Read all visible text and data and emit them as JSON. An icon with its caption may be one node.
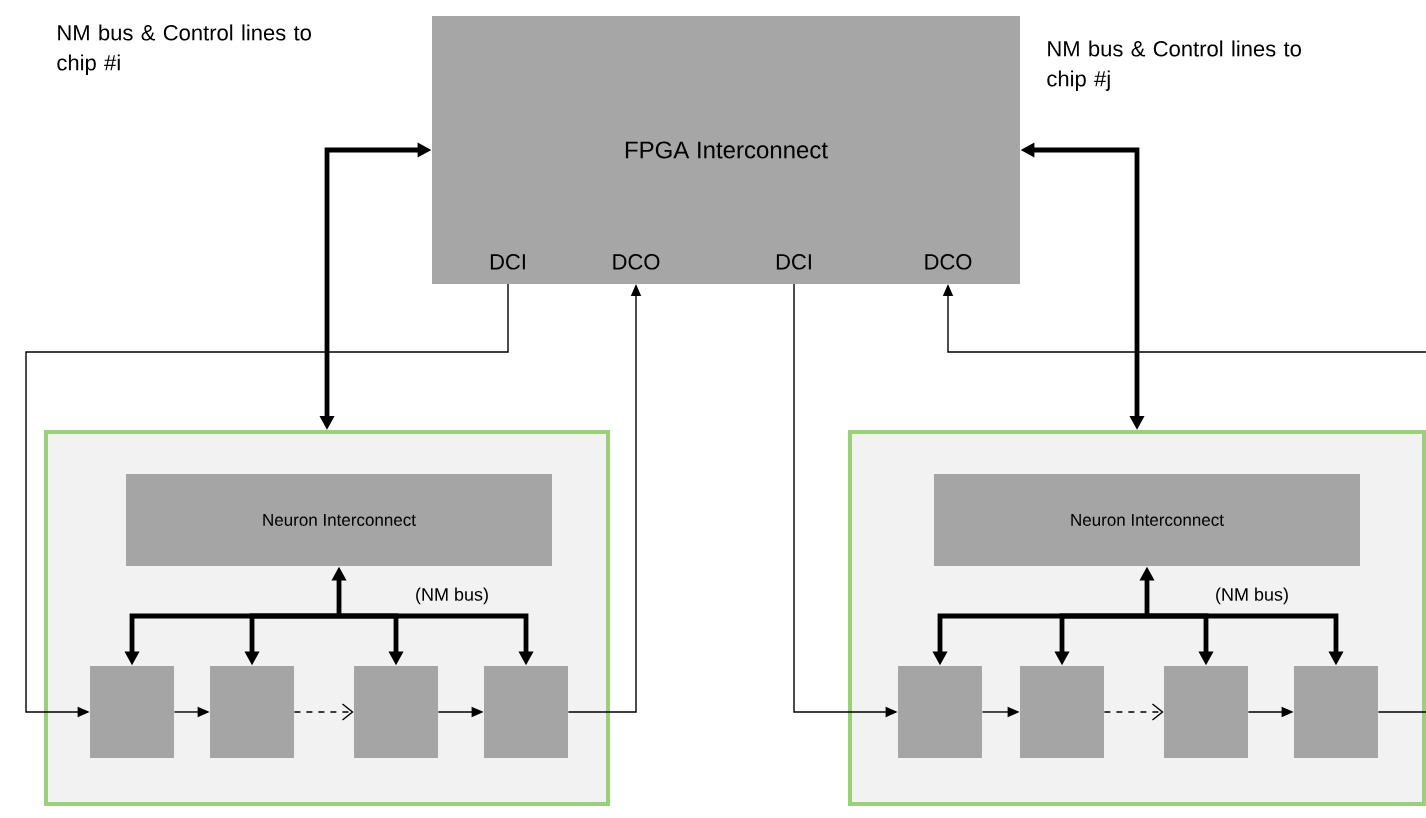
{
  "diagram": {
    "nodes": [
      {
        "text": [
          "FPGA Interconnect"
        ]
      },
      {
        "text": [
          "DCI"
        ],
        "in": 0
      },
      {
        "text": [
          "DCO"
        ],
        "in": 0
      },
      {
        "text": [
          "DCI"
        ],
        "in": 0
      },
      {
        "text": [
          "DCO"
        ],
        "in": 0
      },
      {
        "text": [],
        "shape": "box"
      },
      {
        "text": [
          "Neuron Interconnect"
        ],
        "in": 5
      },
      {
        "text": [],
        "shape": "box",
        "in": 5
      },
      {
        "text": [],
        "shape": "box",
        "in": 5
      },
      {
        "text": [],
        "shape": "box",
        "in": 5
      },
      {
        "text": [],
        "shape": "box",
        "in": 5
      },
      {
        "text": [],
        "shape": "box"
      },
      {
        "text": [
          "Neuron Interconnect"
        ],
        "in": 11
      },
      {
        "text": [],
        "shape": "box",
        "in": 11
      },
      {
        "text": [],
        "shape": "box",
        "in": 11
      },
      {
        "text": [],
        "shape": "box",
        "in": 11
      },
      {
        "text": [],
        "shape": "box",
        "in": 11
      }
    ],
    "edges": [
      {
        "from": 0,
        "to": 5,
        "arrow": "both",
        "style": "thick"
      },
      {
        "from": 0,
        "to": 11,
        "arrow": "both",
        "style": "thick"
      },
      {
        "from": 1,
        "to": 7,
        "arrow": "to"
      },
      {
        "from": 10,
        "to": 2,
        "arrow": "to"
      },
      {
        "from": 3,
        "to": 13,
        "arrow": "to"
      },
      {
        "from": null,
        "to": 4,
        "arrow": "to"
      },
      {
        "from": 16,
        "to": null,
        "arrow": "none"
      },
      {
        "from": 7,
        "to": 8,
        "arrow": "to"
      },
      {
        "from": 8,
        "to": 9,
        "arrow": "to",
        "style": "dashed"
      },
      {
        "from": 9,
        "to": 10,
        "arrow": "to"
      },
      {
        "from": 6,
        "to": 7,
        "arrow": "both",
        "style": "thick"
      },
      {
        "from": 6,
        "to": 8,
        "arrow": "both",
        "style": "thick"
      },
      {
        "from": 6,
        "to": 9,
        "arrow": "both",
        "style": "thick"
      },
      {
        "from": 6,
        "to": 10,
        "arrow": "both",
        "style": "thick"
      },
      {
        "from": 13,
        "to": 14,
        "arrow": "to"
      },
      {
        "from": 14,
        "to": 15,
        "arrow": "to",
        "style": "dashed"
      },
      {
        "from": 15,
        "to": 16,
        "arrow": "to"
      },
      {
        "from": 12,
        "to": 13,
        "arrow": "both",
        "style": "thick"
      },
      {
        "from": 12,
        "to": 14,
        "arrow": "both",
        "style": "thick"
      },
      {
        "from": 12,
        "to": 15,
        "arrow": "both",
        "style": "thick"
      },
      {
        "from": 12,
        "to": 16,
        "arrow": "both",
        "style": "thick"
      }
    ],
    "labels": [
      "NM bus & Control lines to chip #i",
      "NM bus & Control lines to chip #j",
      "(NM bus)",
      "(NM bus)"
    ]
  }
}
